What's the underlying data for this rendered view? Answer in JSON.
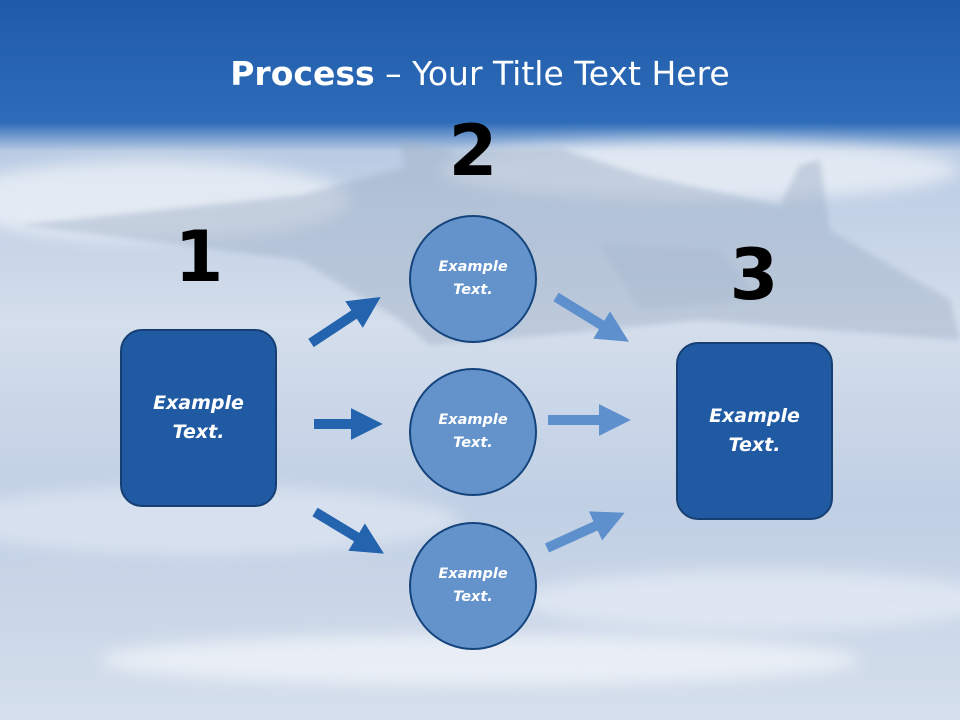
{
  "slide": {
    "title_bold": "Process",
    "title_rest": " – Your Title Text Here",
    "colors": {
      "header_band": "#1b5cad",
      "box_fill": "#1f5aa3",
      "circle_fill": "#6493cc",
      "arrow_dark": "#2463ad",
      "arrow_light": "#5d90cc"
    }
  },
  "steps": [
    {
      "number": "1",
      "text": "Example\nText."
    },
    {
      "number": "2",
      "items": [
        {
          "text": "Example\nText."
        },
        {
          "text": "Example\nText."
        },
        {
          "text": "Example\nText."
        }
      ]
    },
    {
      "number": "3",
      "text": "Example\nText."
    }
  ]
}
